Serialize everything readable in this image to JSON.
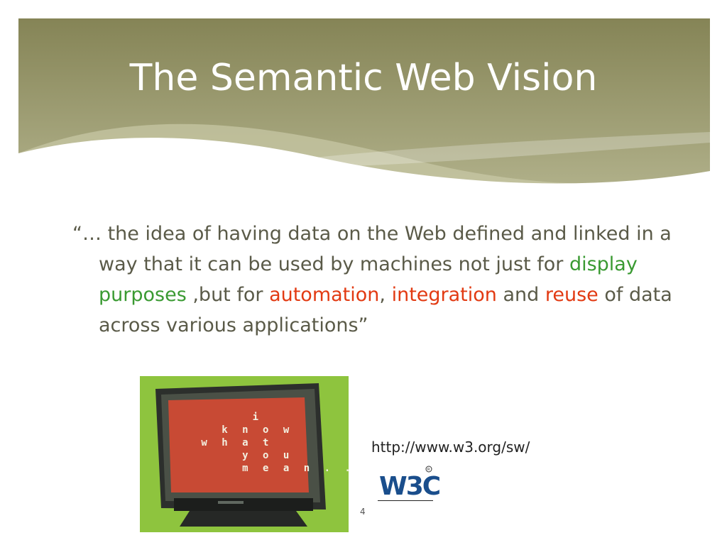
{
  "slide": {
    "title": "The Semantic Web Vision",
    "quote": {
      "part1": "“…  the idea of having data on the Web defined and linked in a way that it can be used by machines not just for ",
      "highlight_display": "display purposes",
      "part2": " ,but for ",
      "highlight_automation": "automation",
      "part3": ", ",
      "highlight_integration": "integration",
      "part4": " and ",
      "highlight_reuse": "reuse",
      "part5": " of data across various applications”"
    },
    "image": {
      "screen_lines": [
        "      i",
        "   k n o w",
        " w h a t",
        "     y o u",
        "     m e a n . ."
      ]
    },
    "url": "http://www.w3.org/sw/",
    "logo_text": "W3C",
    "slide_number": "4"
  },
  "colors": {
    "header_dark": "#858456",
    "header_light": "#b0b08a",
    "highlight_green": "#3a9a32",
    "highlight_red": "#e23a12",
    "image_background": "#8ec43e",
    "w3c_blue": "#1a4e8c"
  }
}
